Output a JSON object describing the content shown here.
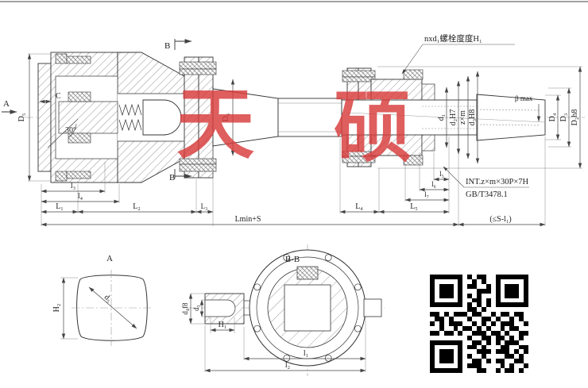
{
  "colors": {
    "watermark_red": "#d93b3b",
    "drawing_line": "#333333",
    "dim_line": "#555555",
    "background": "#ffffff"
  },
  "watermark": {
    "char_left": "天",
    "char_right": "硕"
  },
  "main_view": {
    "view_markers": {
      "a": "A",
      "b": "B"
    },
    "notes": {
      "bolt_note": "nxd₁螺栓度度H₁",
      "spline_spec": "INT.z×m×30P×7H",
      "spline_standard": "GB/T3478.1"
    },
    "dims": {
      "c": "C",
      "angle_30": "30°",
      "D5": "D₅",
      "D6": "D₆",
      "l3": "l₃",
      "l4": "l₄",
      "L1": "L₁",
      "L2": "L₂",
      "L3": "L₃",
      "L4": "L₄",
      "L5": "L₅",
      "l5": "l₅",
      "l6": "l₆",
      "l7": "l₇",
      "lmin_plus_s": "Lmin+S",
      "s_minus_l": "(≤S-l₁)",
      "d1": "d₁",
      "d2": "d₂H7",
      "zxm": "z×m",
      "d3": "d₃H8",
      "beta_max": "β max",
      "D4": "D₄",
      "D3": "D₃",
      "D2": "D₂h8"
    }
  },
  "section_a": {
    "title": "A",
    "dim_h2": "H₂",
    "dim_diag": "d₅"
  },
  "section_bb": {
    "title": "B-B",
    "dim_d4f8": "d₄f8",
    "dim_d3": "d₃",
    "dim_h1": "H₁",
    "dim_l1": "l₁",
    "dim_l2": "l₂"
  },
  "qr_code": {
    "rows": [
      "111111101011001111111",
      "100000100101001000001",
      "101110101100101011101",
      "101110100011101011101",
      "101110101010001011101",
      "100000100110101000001",
      "111111101010101111111",
      "000000001101000000000",
      "110101110110010110110",
      "011010001001101001010",
      "101011100101010111001",
      "001001011010100101100",
      "110110100111011010011",
      "000000001001101101010",
      "111111100110101011100",
      "100000101101000110011",
      "101110100011101110101",
      "101110101001000011010",
      "101110100110101100110",
      "100000101110000101001",
      "111111100011001011010"
    ]
  }
}
